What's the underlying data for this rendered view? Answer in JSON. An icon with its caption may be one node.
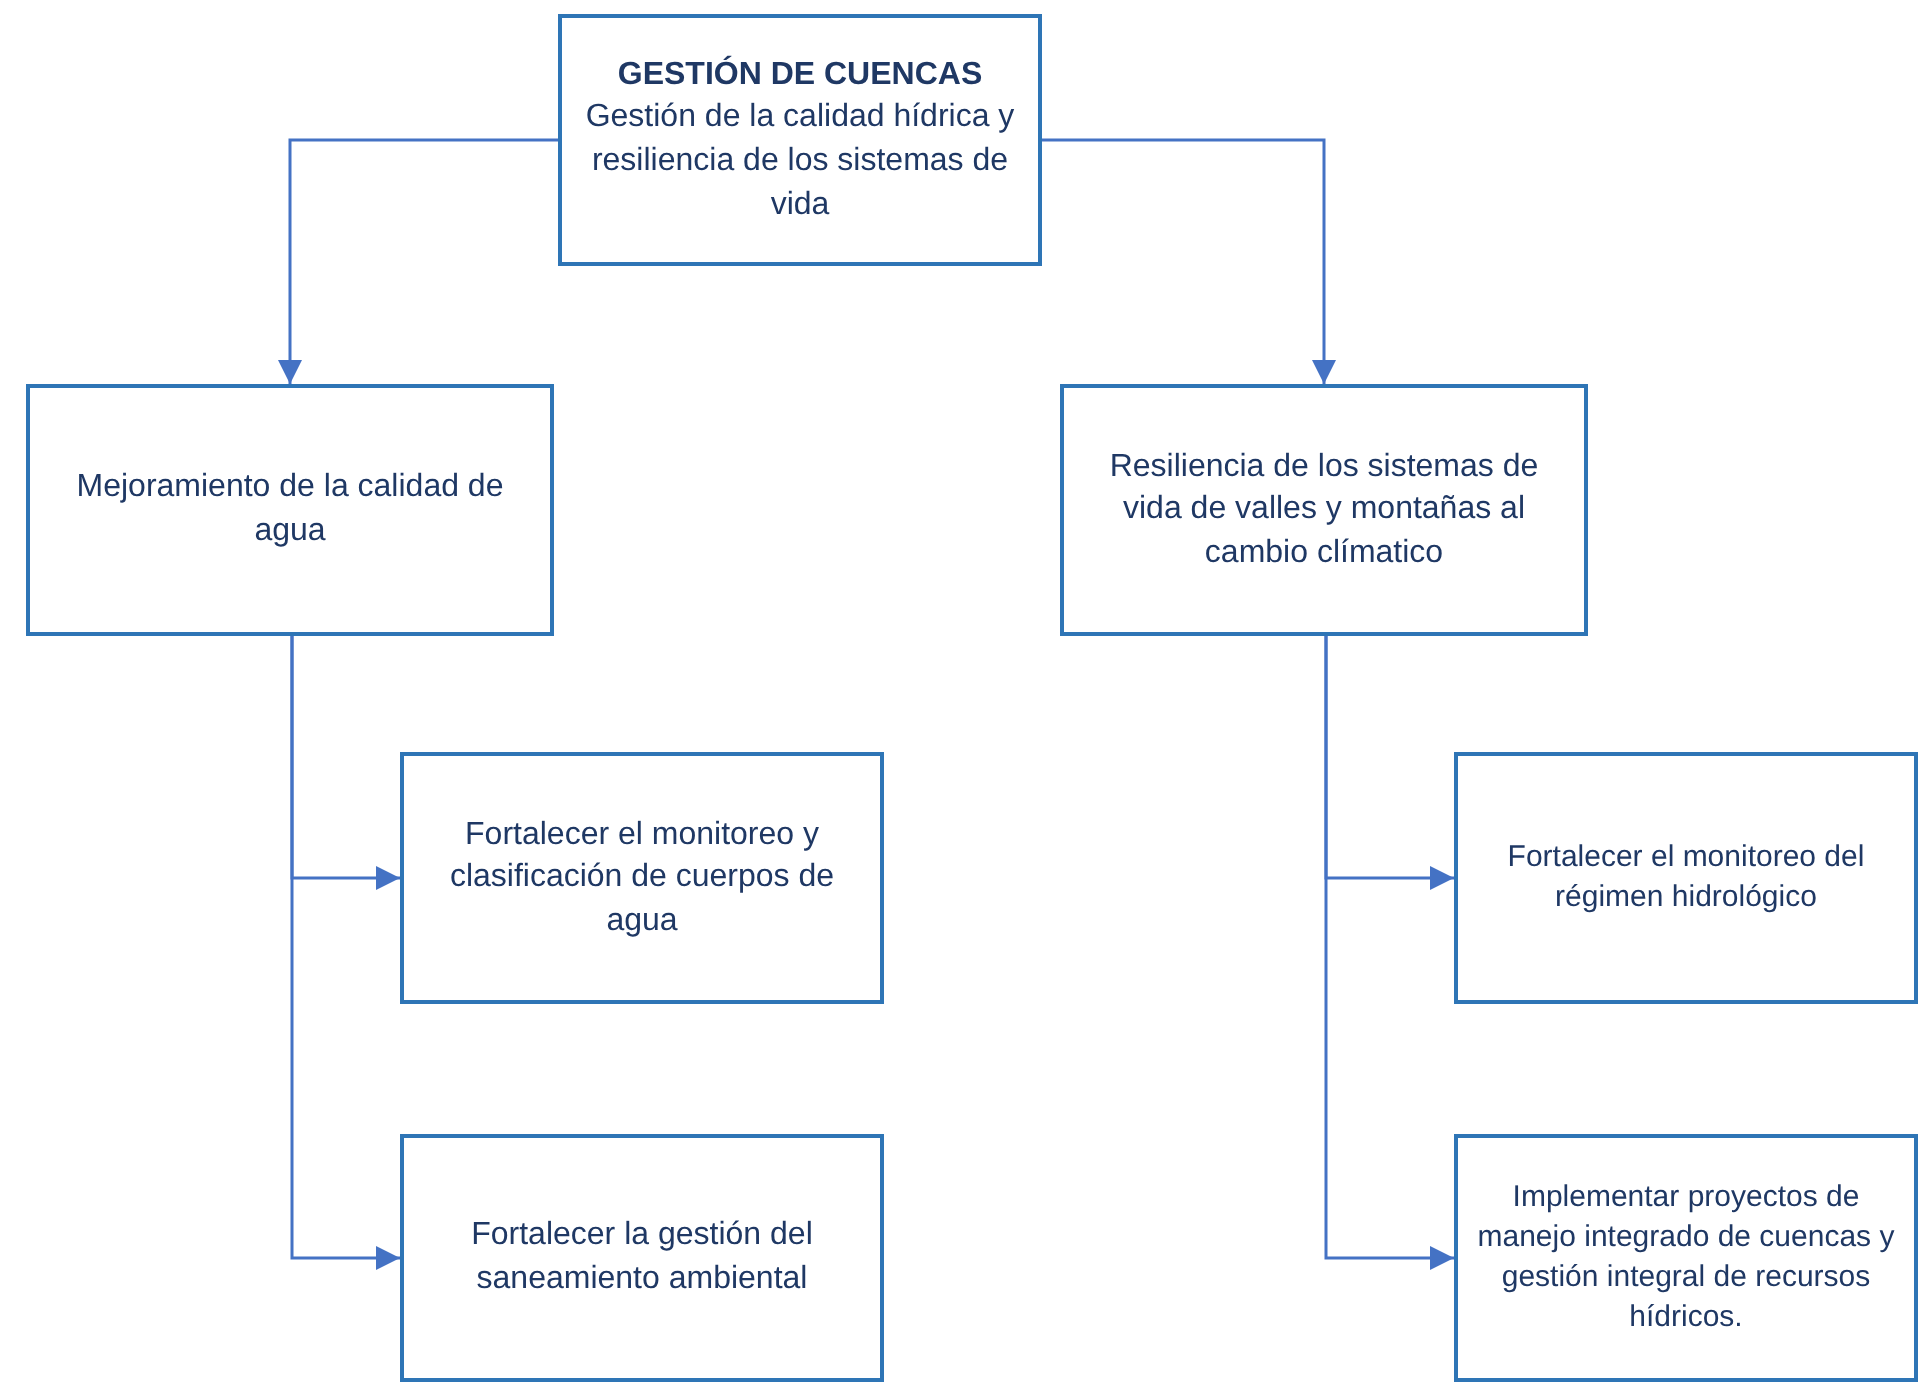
{
  "diagram": {
    "nodes": [
      {
        "text": [
          "GESTIÓN DE CUENCAS",
          "Gestión de la calidad hídrica y resiliencia de los sistemas de vida"
        ]
      },
      {
        "text": [
          "Mejoramiento de la calidad de agua"
        ]
      },
      {
        "text": [
          "Resiliencia de los sistemas de vida de valles y montañas al cambio clímatico"
        ]
      },
      {
        "text": [
          "Fortalecer el monitoreo y clasificación de cuerpos de agua"
        ]
      },
      {
        "text": [
          "Fortalecer la gestión del saneamiento ambiental"
        ]
      },
      {
        "text": [
          "Fortalecer el monitoreo del régimen hidrológico"
        ]
      },
      {
        "text": [
          "Implementar proyectos de manejo integrado de cuencas y gestión integral de recursos hídricos."
        ]
      }
    ],
    "edges": [
      {
        "from": 0,
        "to": 1,
        "arrow": "to"
      },
      {
        "from": 0,
        "to": 2,
        "arrow": "to"
      },
      {
        "from": 1,
        "to": 3,
        "arrow": "to"
      },
      {
        "from": 1,
        "to": 4,
        "arrow": "to"
      },
      {
        "from": 2,
        "to": 5,
        "arrow": "to"
      },
      {
        "from": 2,
        "to": 6,
        "arrow": "to"
      }
    ]
  }
}
